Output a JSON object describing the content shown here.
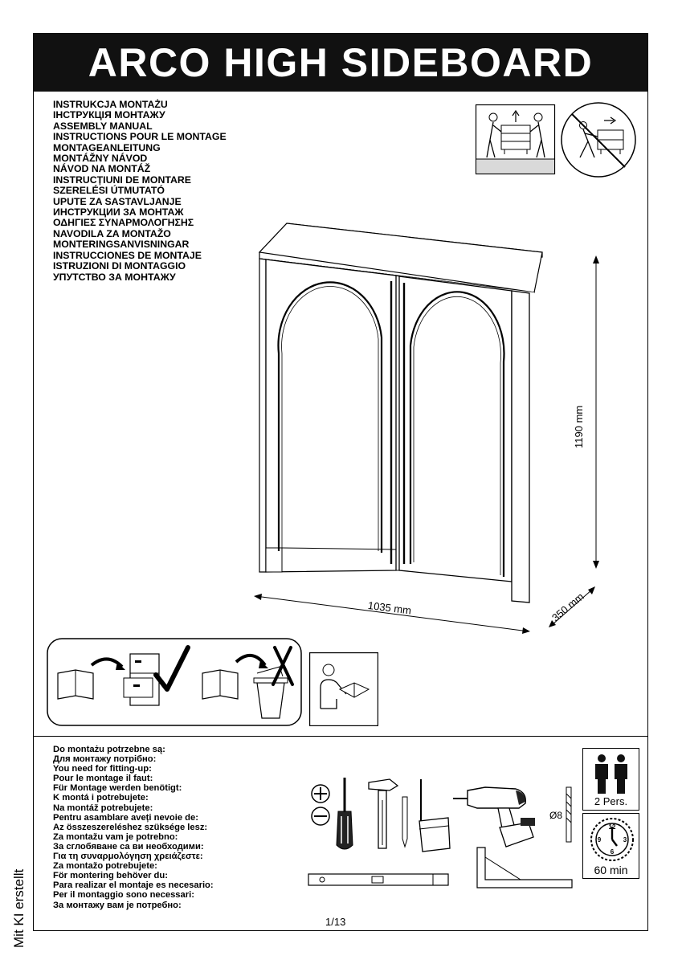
{
  "title": "ARCO HIGH SIDEBOARD",
  "manual_titles": [
    "INSTRUKCJA MONTAŻU",
    "ІНСТРУКЦІЯ МОНТАЖУ",
    "ASSEMBLY MANUAL",
    "INSTRUCTIONS POUR LE MONTAGE",
    "MONTAGEANLEITUNG",
    "MONTÁŽNY NÁVOD",
    "NÁVOD NA MONTÁŽ",
    "INSTRUCȚIUNI DE MONTARE",
    "SZERELÉSI ÚTMUTATÓ",
    "UPUTE ZA SASTAVLJANJE",
    "ИНСТРУКЦИИ ЗА МОНТАЖ",
    "ΟΔΗΓΙΕΣ ΣΥΝΑΡΜΟΛΟΓΗΣΗΣ",
    "NAVODILA ZA MONTAŽO",
    "MONTERINGSANVISNINGAR",
    "INSTRUCCIONES DE MONTAJE",
    "ISTRUZIONI DI MONTAGGIO",
    "УПУТСТВО ЗА МОНТАЖУ"
  ],
  "dimensions": {
    "height": "1190 mm",
    "width": "1035 mm",
    "depth": "350 mm"
  },
  "tools_needed": [
    "Do montażu potrzebne są:",
    "Для монтажу потрібно:",
    "You need for fitting-up:",
    "Pour le montage il faut:",
    "Für Montage werden benötigt:",
    "K montá i potrebujete:",
    "Na montáž potrebujete:",
    "Pentru asamblare aveți nevoie de:",
    "Az összeszereléshez szüksége lesz:",
    "Za montažu vam je potrebno:",
    "За сглобяване са ви необходими:",
    "Για τη συναρμολόγηση χρειάζεστε:",
    "Za montažo potrebujete:",
    "För montering behöver du:",
    "Para realizar el montaje es necesario:",
    "Per il montaggio sono necessari:",
    "За монтажу вам је потребно:"
  ],
  "drill_bit": "Ø8",
  "persons": "2 Pers.",
  "duration": "60 min",
  "clock_numbers": [
    "12",
    "3",
    "6",
    "9"
  ],
  "page": "1/13",
  "side_note": "Mit KI erstellt",
  "icons": {
    "two_person_lift": "two-person-lift-icon",
    "no_single_push": "no-single-person-push-icon",
    "keep_manual": "keep-manual-icon",
    "do_not_discard": "do-not-discard-manual-icon",
    "read_manual": "read-manual-icon"
  }
}
